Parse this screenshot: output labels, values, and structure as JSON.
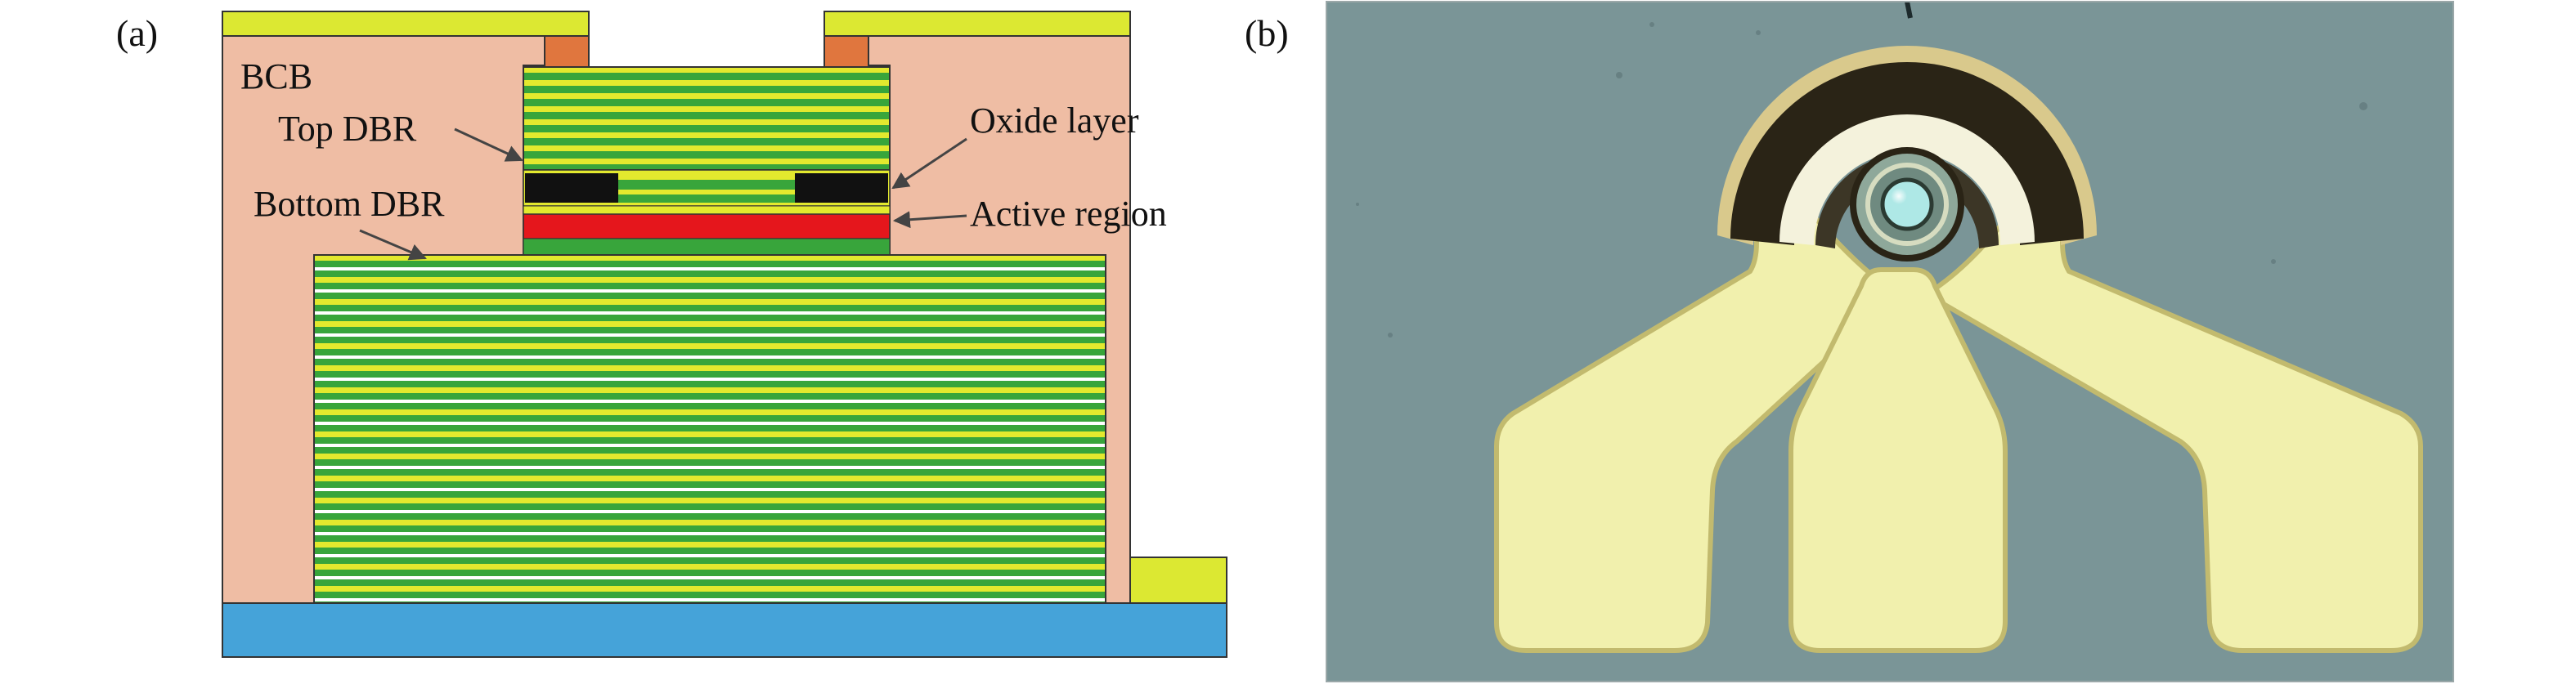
{
  "panel_a": {
    "tag": "(a)",
    "labels": {
      "bcb": "BCB",
      "top_dbr": "Top DBR",
      "bottom_dbr": "Bottom DBR",
      "oxide_layer": "Oxide layer",
      "active_region": "Active region"
    },
    "colors": {
      "bcb": "#efbda4",
      "electrode": "#dce832",
      "via_contact": "#e0763e",
      "dbr_green": "#38a53b",
      "dbr_yellow": "#e3e92e",
      "dbr_white": "#ffffff",
      "oxide": "#111111",
      "active": "#e5161c",
      "substrate": "#45a3d9",
      "outline": "#333333"
    }
  },
  "panel_b": {
    "tag": "(b)",
    "description_colors": {
      "background": "#7a9597",
      "gold_pad": "#f1f0ad",
      "pad_edge": "#c9c176",
      "ring_dark": "#2a2416",
      "aperture": "#aee8e6"
    }
  }
}
